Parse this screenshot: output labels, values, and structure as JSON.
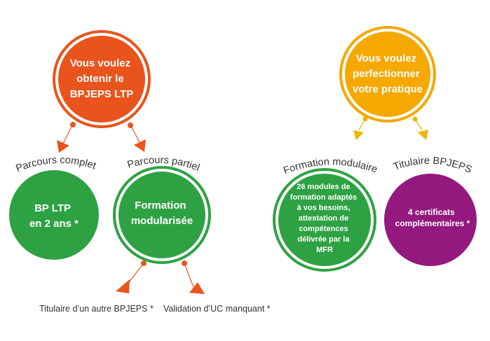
{
  "colors": {
    "orange": "#E8541C",
    "yellow": "#F5A800",
    "green": "#2EA243",
    "purple": "#93197F",
    "arrow_left": "#E8541C",
    "arrow_right": "#F0B400",
    "label": "#333333"
  },
  "left": {
    "top_circle": {
      "lines": [
        "Vous voulez",
        "obtenir le",
        "BPJEPS LTP"
      ]
    },
    "branch_complete": {
      "label": "Parcours complet",
      "circle_lines": [
        "BP LTP",
        "en 2 ans *"
      ]
    },
    "branch_partial": {
      "label": "Parcours partiel",
      "circle_lines": [
        "Formation",
        "modularisée"
      ]
    },
    "outcomes": [
      "Titulaire d’un autre BPJEPS *",
      "Validation d’UC manquant *"
    ]
  },
  "right": {
    "top_circle": {
      "lines": [
        "Vous voulez",
        "perfectionner",
        "votre pratique"
      ]
    },
    "branch_modular": {
      "label": "Formation modulaire",
      "circle_lines": [
        "26 modules de",
        "formation adaptés",
        "à vos besoins,",
        "attestation de",
        "compétences",
        "délivrée par la",
        "MFR"
      ]
    },
    "branch_holder": {
      "label": "Titulaire BPJEPS",
      "circle_lines": [
        "4 certificats",
        "complémentaires *"
      ]
    }
  }
}
